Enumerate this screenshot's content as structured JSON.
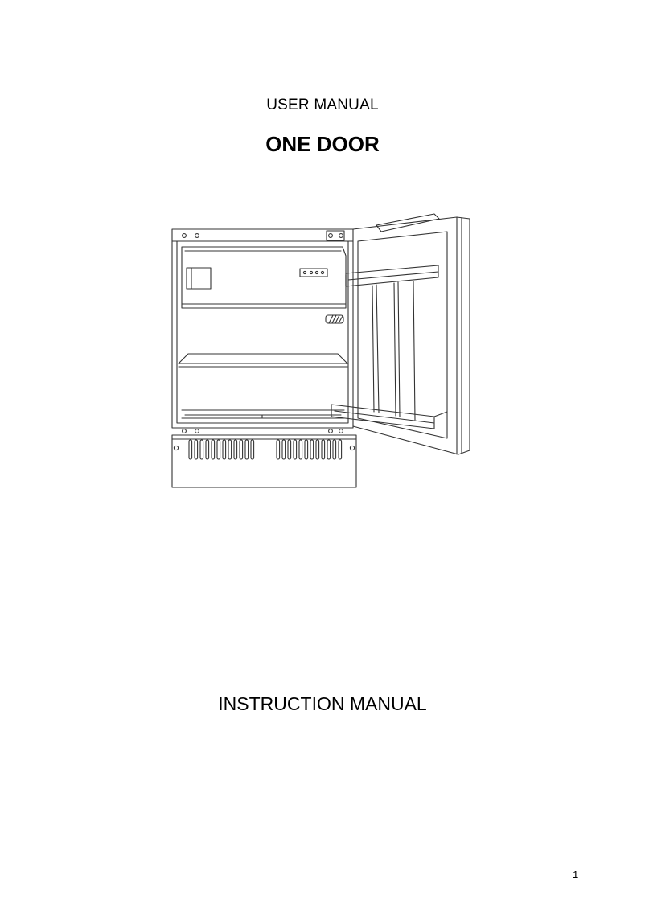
{
  "document": {
    "subtitle": "USER MANUAL",
    "title": "ONE DOOR",
    "instruction": "INSTRUCTION MANUAL",
    "page_number": "1"
  },
  "illustration": {
    "icon": "refrigerator-line-drawing",
    "stroke_color": "#333333"
  }
}
